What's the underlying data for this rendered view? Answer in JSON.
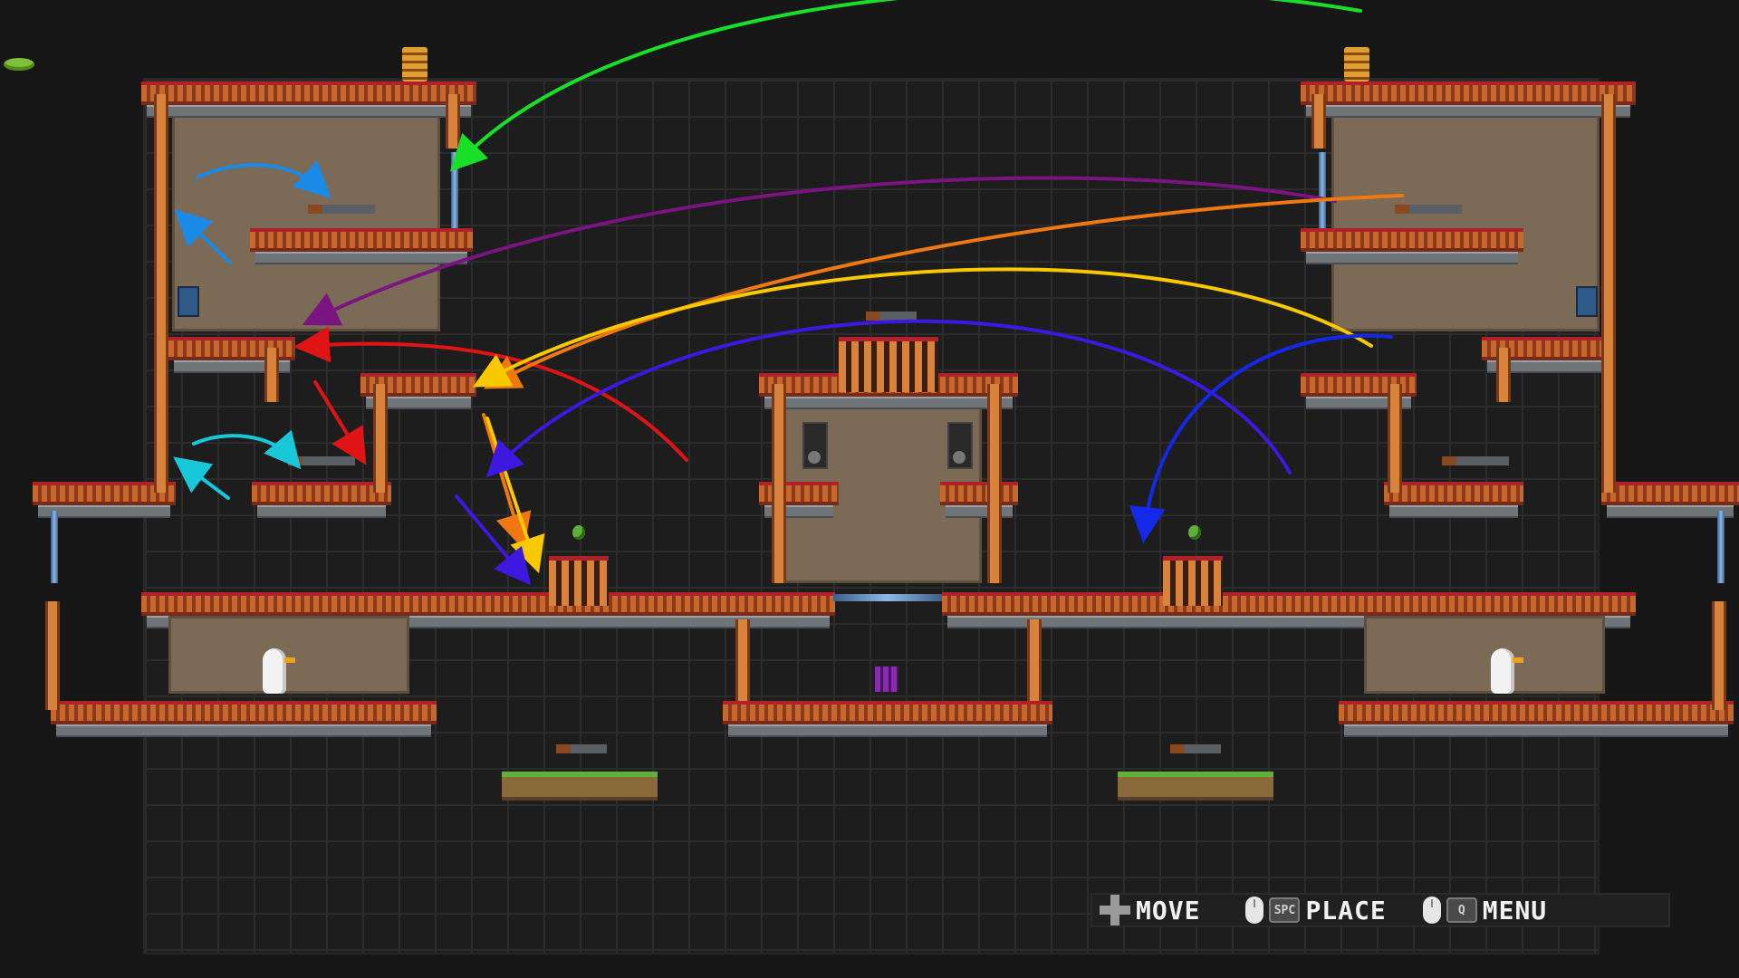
{
  "hud": {
    "move_label": "MOVE",
    "place_key": "SPC",
    "place_label": "PLACE",
    "menu_key": "Q",
    "menu_label": "MENU"
  },
  "icons": {
    "move": "dpad-icon",
    "place": "mouse-icon",
    "menu": "mouse-icon"
  },
  "arrow_colors": {
    "green": "#18e028",
    "blue_light": "#1a8ae6",
    "cyan": "#18c8d8",
    "red": "#e01414",
    "purple": "#7a1480",
    "orange": "#f07810",
    "yellow": "#f8c800",
    "indigo": "#3c18e0",
    "blue": "#1428e8"
  }
}
